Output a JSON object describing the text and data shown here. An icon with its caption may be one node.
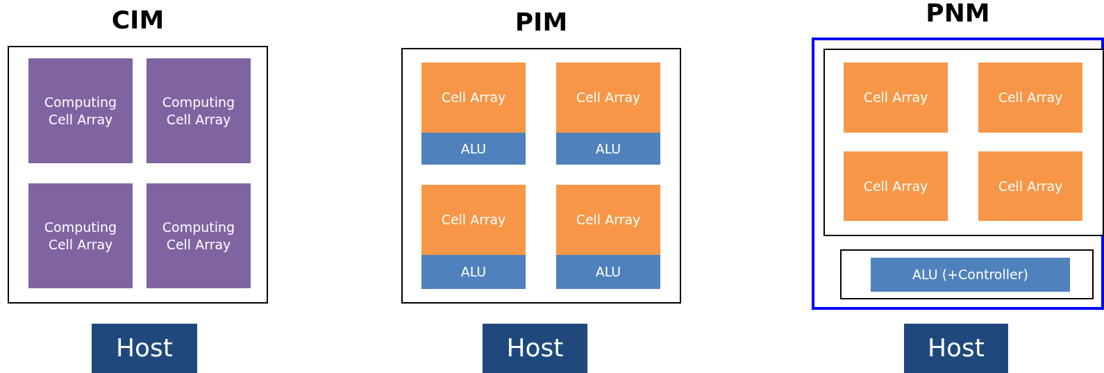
{
  "diagram": {
    "nodes": [
      {
        "text": [
          "CIM"
        ]
      },
      {
        "text": [
          "Computing Cell Array"
        ],
        "in": 0
      },
      {
        "text": [
          "Computing Cell Array"
        ],
        "in": 0
      },
      {
        "text": [
          "Computing Cell Array"
        ],
        "in": 0
      },
      {
        "text": [
          "Computing Cell Array"
        ],
        "in": 0
      },
      {
        "text": [
          "PIM"
        ]
      },
      {
        "text": [
          "Cell Array"
        ],
        "in": 5
      },
      {
        "text": [
          "ALU"
        ],
        "in": 5
      },
      {
        "text": [
          "Cell Array"
        ],
        "in": 5
      },
      {
        "text": [
          "ALU"
        ],
        "in": 5
      },
      {
        "text": [
          "Cell Array"
        ],
        "in": 5
      },
      {
        "text": [
          "ALU"
        ],
        "in": 5
      },
      {
        "text": [
          "Cell Array"
        ],
        "in": 5
      },
      {
        "text": [
          "ALU"
        ],
        "in": 5
      },
      {
        "text": [
          "PNM"
        ]
      },
      {
        "text": [],
        "shape": "box",
        "in": 14
      },
      {
        "text": [
          "Cell Array"
        ],
        "in": 15
      },
      {
        "text": [
          "Cell Array"
        ],
        "in": 15
      },
      {
        "text": [
          "Cell Array"
        ],
        "in": 15
      },
      {
        "text": [
          "Cell Array"
        ],
        "in": 15
      },
      {
        "text": [],
        "shape": "box",
        "in": 14
      },
      {
        "text": [
          "ALU (+Controller)"
        ],
        "in": 20
      },
      {
        "text": [
          "Host"
        ]
      },
      {
        "text": [
          "Host"
        ]
      },
      {
        "text": [
          "Host"
        ]
      }
    ]
  }
}
